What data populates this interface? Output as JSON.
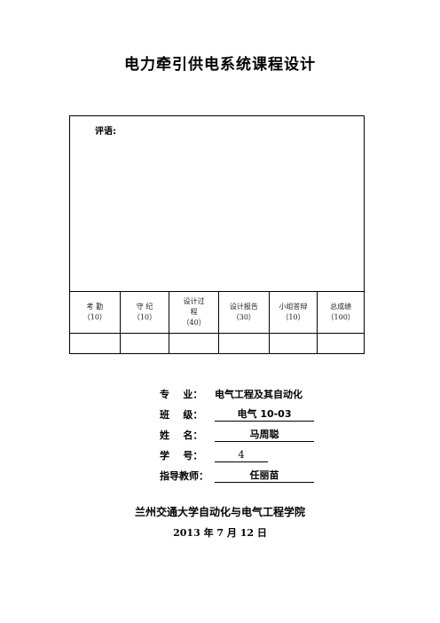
{
  "title": "电力牵引供电系统课程设计",
  "table": {
    "comment_label": "评语:",
    "headers": [
      {
        "line1": "考  勤",
        "line2": "（10）"
      },
      {
        "line1": "守  纪",
        "line2": "（10）"
      },
      {
        "line1": "设计过程",
        "line2": "（40）"
      },
      {
        "line1": "设计报告",
        "line2": "（30）"
      },
      {
        "line1": "小组答辩",
        "line2": "（10）"
      },
      {
        "line1": "总成绩",
        "line2": "（100）"
      }
    ]
  },
  "info": {
    "major_label": "专    业：",
    "major_value": "电气工程及其自动化",
    "class_label": "班    级：",
    "class_value": "电气 10-03",
    "name_label": "姓    名：",
    "name_value": "马周聪",
    "id_label": "学    号：",
    "id_value": "4",
    "teacher_label": "指导教师：",
    "teacher_value": "任丽苗"
  },
  "school": "兰州交通大学自动化与电气工程学院",
  "date": "2013 年 7 月 12 日"
}
